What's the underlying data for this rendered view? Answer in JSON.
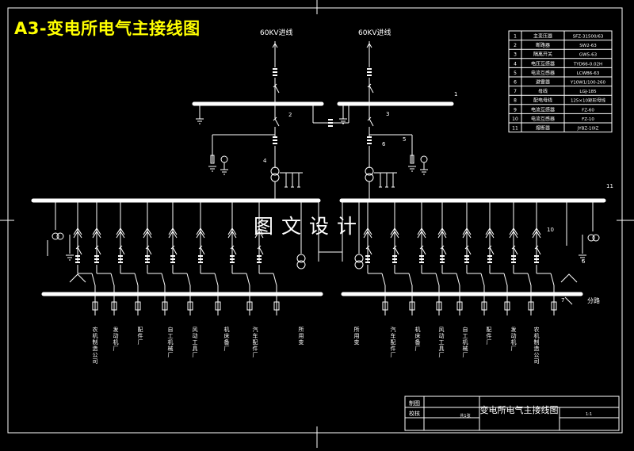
{
  "title": "A3-变电所电气主接线图",
  "watermark": "图文设计",
  "incoming_lines": [
    {
      "label": "60KV进线"
    },
    {
      "label": "60KV进线"
    }
  ],
  "callouts": [
    "1",
    "2",
    "3",
    "4",
    "5",
    "6",
    "7",
    "10",
    "11",
    "1",
    "2"
  ],
  "equipment_table": {
    "rows": [
      {
        "no": "1",
        "name": "主变压器",
        "model": "SFZ-31500/63"
      },
      {
        "no": "2",
        "name": "断路器",
        "model": "SW2-63"
      },
      {
        "no": "3",
        "name": "隔离开关",
        "model": "GW5-63"
      },
      {
        "no": "4",
        "name": "电压互感器",
        "model": "TYD66-0.02H"
      },
      {
        "no": "5",
        "name": "电流互感器",
        "model": "LCWB6-63"
      },
      {
        "no": "6",
        "name": "避雷器",
        "model": "Y10W1/100-260"
      },
      {
        "no": "7",
        "name": "母线",
        "model": "LGJ-185"
      },
      {
        "no": "8",
        "name": "配电母线",
        "model": "125×10矩形母线"
      },
      {
        "no": "9",
        "name": "电流互感器",
        "model": "FZ-60"
      },
      {
        "no": "10",
        "name": "电流互感器",
        "model": "FZ-10"
      },
      {
        "no": "11",
        "name": "熔断器",
        "model": "JYBZ-10IZ"
      }
    ]
  },
  "feeders_left": [
    {
      "label": "农机制造公司"
    },
    {
      "label": "发动机厂"
    },
    {
      "label": "配件厂"
    },
    {
      "label": "自工机械厂"
    },
    {
      "label": "风动工具厂"
    },
    {
      "label": "机床备厂"
    },
    {
      "label": "汽车配件厂"
    },
    {
      "label": "所用变"
    }
  ],
  "feeders_right": [
    {
      "label": "所用变"
    },
    {
      "label": "汽车配件厂"
    },
    {
      "label": "机床备厂"
    },
    {
      "label": "风动工具厂"
    },
    {
      "label": "自工机械厂"
    },
    {
      "label": "配件厂"
    },
    {
      "label": "发动机厂"
    },
    {
      "label": "农机制造公司"
    }
  ],
  "spare_label": "分路",
  "title_block": {
    "name": "变电所电气主接线图",
    "row1_label": "制图",
    "row2_label": "校核",
    "scale": "1:1",
    "sheet": "共1张"
  },
  "colors": {
    "background": "#000000",
    "lines": "#ffffff",
    "title": "#ffff00",
    "busbar": "#ffffff"
  }
}
